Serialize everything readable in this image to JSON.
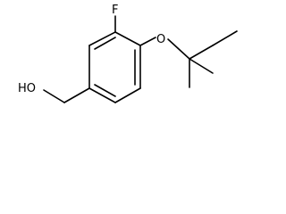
{
  "structure": {
    "atoms": {
      "fluorine": "F",
      "oxygen": "O",
      "hydroxyl": "HO"
    }
  }
}
